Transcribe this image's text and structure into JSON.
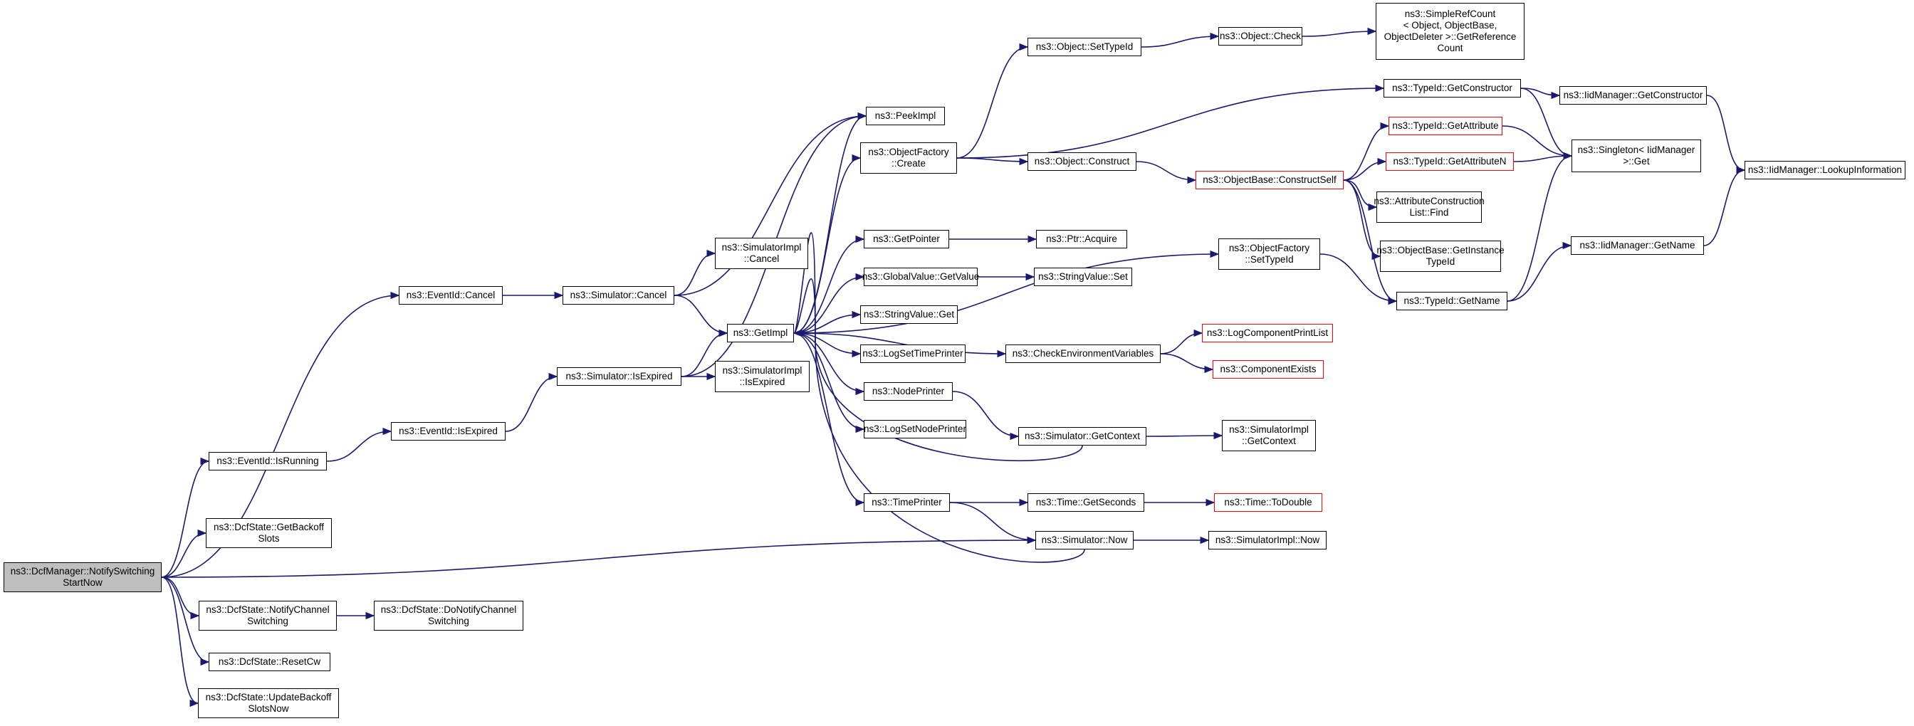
{
  "colors": {
    "edge": "#191970",
    "border": "#000000",
    "truncated_border": "#ff0000",
    "root_fill": "#bfbfbf"
  },
  "nodes": {
    "n1": {
      "lines": [
        "ns3::DcfManager::NotifySwitching",
        "StartNow"
      ],
      "root": true
    },
    "n2": {
      "lines": [
        "ns3::EventId::Cancel"
      ]
    },
    "n3": {
      "lines": [
        "ns3::Simulator::Cancel"
      ]
    },
    "n4": {
      "lines": [
        "ns3::GetImpl"
      ]
    },
    "n5": {
      "lines": [
        "ns3::CheckEnvironmentVariables"
      ]
    },
    "n6": {
      "lines": [
        "ns3::LogComponentPrintList"
      ],
      "red": true
    },
    "n7": {
      "lines": [
        "ns3::ComponentExists"
      ],
      "red": true
    },
    "n8": {
      "lines": [
        "ns3::GetPointer"
      ]
    },
    "n9": {
      "lines": [
        "ns3::Ptr::Acquire"
      ]
    },
    "n10": {
      "lines": [
        "ns3::GlobalValue::GetValue"
      ]
    },
    "n11": {
      "lines": [
        "ns3::StringValue::Set"
      ]
    },
    "n12": {
      "lines": [
        "ns3::LogSetNodePrinter"
      ]
    },
    "n13": {
      "lines": [
        "ns3::LogSetTimePrinter"
      ]
    },
    "n14": {
      "lines": [
        "ns3::NodePrinter"
      ]
    },
    "n15": {
      "lines": [
        "ns3::Simulator::GetContext"
      ]
    },
    "n16": {
      "lines": [
        "ns3::SimulatorImpl",
        "::GetContext"
      ]
    },
    "n17": {
      "lines": [
        "ns3::ObjectFactory",
        "::Create"
      ]
    },
    "n18": {
      "lines": [
        "ns3::Object::Construct"
      ]
    },
    "n19": {
      "lines": [
        "ns3::ObjectBase::ConstructSelf"
      ],
      "red": true
    },
    "n20": {
      "lines": [
        "ns3::AttributeConstruction",
        "List::Find"
      ]
    },
    "n21": {
      "lines": [
        "ns3::ObjectBase::GetInstance",
        "TypeId"
      ]
    },
    "n22": {
      "lines": [
        "ns3::TypeId::GetAttribute"
      ],
      "red": true
    },
    "n23": {
      "lines": [
        "ns3::Singleton< IidManager",
        " >::Get"
      ]
    },
    "n24": {
      "lines": [
        "ns3::TypeId::GetAttributeN"
      ],
      "red": true
    },
    "n25": {
      "lines": [
        "ns3::TypeId::GetName"
      ]
    },
    "n26": {
      "lines": [
        "ns3::IidManager::GetName"
      ]
    },
    "n27": {
      "lines": [
        "ns3::IidManager::LookupInformation"
      ]
    },
    "n28": {
      "lines": [
        "ns3::Object::SetTypeId"
      ]
    },
    "n29": {
      "lines": [
        "ns3::Object::Check"
      ]
    },
    "n30": {
      "lines": [
        "ns3::SimpleRefCount",
        "< Object, ObjectBase,",
        " ObjectDeleter >::GetReference",
        "Count"
      ]
    },
    "n31": {
      "lines": [
        "ns3::TypeId::GetConstructor"
      ]
    },
    "n32": {
      "lines": [
        "ns3::IidManager::GetConstructor"
      ]
    },
    "n33": {
      "lines": [
        "ns3::PeekImpl"
      ]
    },
    "n34": {
      "lines": [
        "ns3::StringValue::Get"
      ]
    },
    "n35": {
      "lines": [
        "ns3::TimePrinter"
      ]
    },
    "n36": {
      "lines": [
        "ns3::Simulator::Now"
      ]
    },
    "n37": {
      "lines": [
        "ns3::SimulatorImpl::Now"
      ]
    },
    "n38": {
      "lines": [
        "ns3::Time::GetSeconds"
      ]
    },
    "n39": {
      "lines": [
        "ns3::Time::ToDouble"
      ],
      "red": true
    },
    "n40": {
      "lines": [
        "ns3::SimulatorImpl",
        "::Cancel"
      ]
    },
    "n41": {
      "lines": [
        "ns3::DcfState::GetBackoff",
        "Slots"
      ]
    },
    "n42": {
      "lines": [
        "ns3::DcfState::NotifyChannel",
        "Switching"
      ]
    },
    "n43": {
      "lines": [
        "ns3::DcfState::DoNotifyChannel",
        "Switching"
      ]
    },
    "n44": {
      "lines": [
        "ns3::DcfState::ResetCw"
      ]
    },
    "n45": {
      "lines": [
        "ns3::DcfState::UpdateBackoff",
        "SlotsNow"
      ]
    },
    "n46": {
      "lines": [
        "ns3::EventId::IsRunning"
      ]
    },
    "n47": {
      "lines": [
        "ns3::EventId::IsExpired"
      ]
    },
    "n48": {
      "lines": [
        "ns3::Simulator::IsExpired"
      ]
    },
    "n49": {
      "lines": [
        "ns3::SimulatorImpl",
        "::IsExpired"
      ]
    },
    "n50": {
      "lines": [
        "ns3::ObjectFactory",
        "::SetTypeId"
      ]
    }
  },
  "edges": [
    [
      "n1",
      "n2"
    ],
    [
      "n1",
      "n41"
    ],
    [
      "n1",
      "n36"
    ],
    [
      "n1",
      "n42"
    ],
    [
      "n1",
      "n44"
    ],
    [
      "n1",
      "n45"
    ],
    [
      "n1",
      "n46"
    ],
    [
      "n2",
      "n3"
    ],
    [
      "n3",
      "n4"
    ],
    [
      "n3",
      "n40"
    ],
    [
      "n3",
      "n33"
    ],
    [
      "n4",
      "n33"
    ],
    [
      "n4",
      "n5"
    ],
    [
      "n4",
      "n8"
    ],
    [
      "n4",
      "n10"
    ],
    [
      "n4",
      "n12"
    ],
    [
      "n4",
      "n13"
    ],
    [
      "n4",
      "n14"
    ],
    [
      "n4",
      "n34"
    ],
    [
      "n4",
      "n35"
    ],
    [
      "n4",
      "n17"
    ],
    [
      "n4",
      "n50"
    ],
    [
      "n5",
      "n6"
    ],
    [
      "n5",
      "n7"
    ],
    [
      "n8",
      "n9"
    ],
    [
      "n10",
      "n11"
    ],
    [
      "n14",
      "n15"
    ],
    [
      "n15",
      "n4"
    ],
    [
      "n15",
      "n16"
    ],
    [
      "n17",
      "n18"
    ],
    [
      "n17",
      "n28"
    ],
    [
      "n17",
      "n31"
    ],
    [
      "n18",
      "n19"
    ],
    [
      "n19",
      "n20"
    ],
    [
      "n19",
      "n21"
    ],
    [
      "n19",
      "n22"
    ],
    [
      "n19",
      "n24"
    ],
    [
      "n19",
      "n25"
    ],
    [
      "n22",
      "n23"
    ],
    [
      "n24",
      "n23"
    ],
    [
      "n25",
      "n23"
    ],
    [
      "n25",
      "n26"
    ],
    [
      "n26",
      "n27"
    ],
    [
      "n28",
      "n29"
    ],
    [
      "n29",
      "n30"
    ],
    [
      "n31",
      "n32"
    ],
    [
      "n31",
      "n23"
    ],
    [
      "n32",
      "n27"
    ],
    [
      "n35",
      "n36"
    ],
    [
      "n35",
      "n38"
    ],
    [
      "n36",
      "n4"
    ],
    [
      "n36",
      "n37"
    ],
    [
      "n38",
      "n39"
    ],
    [
      "n42",
      "n43"
    ],
    [
      "n46",
      "n47"
    ],
    [
      "n47",
      "n48"
    ],
    [
      "n48",
      "n4"
    ],
    [
      "n48",
      "n49"
    ],
    [
      "n48",
      "n33"
    ],
    [
      "n50",
      "n25"
    ]
  ]
}
